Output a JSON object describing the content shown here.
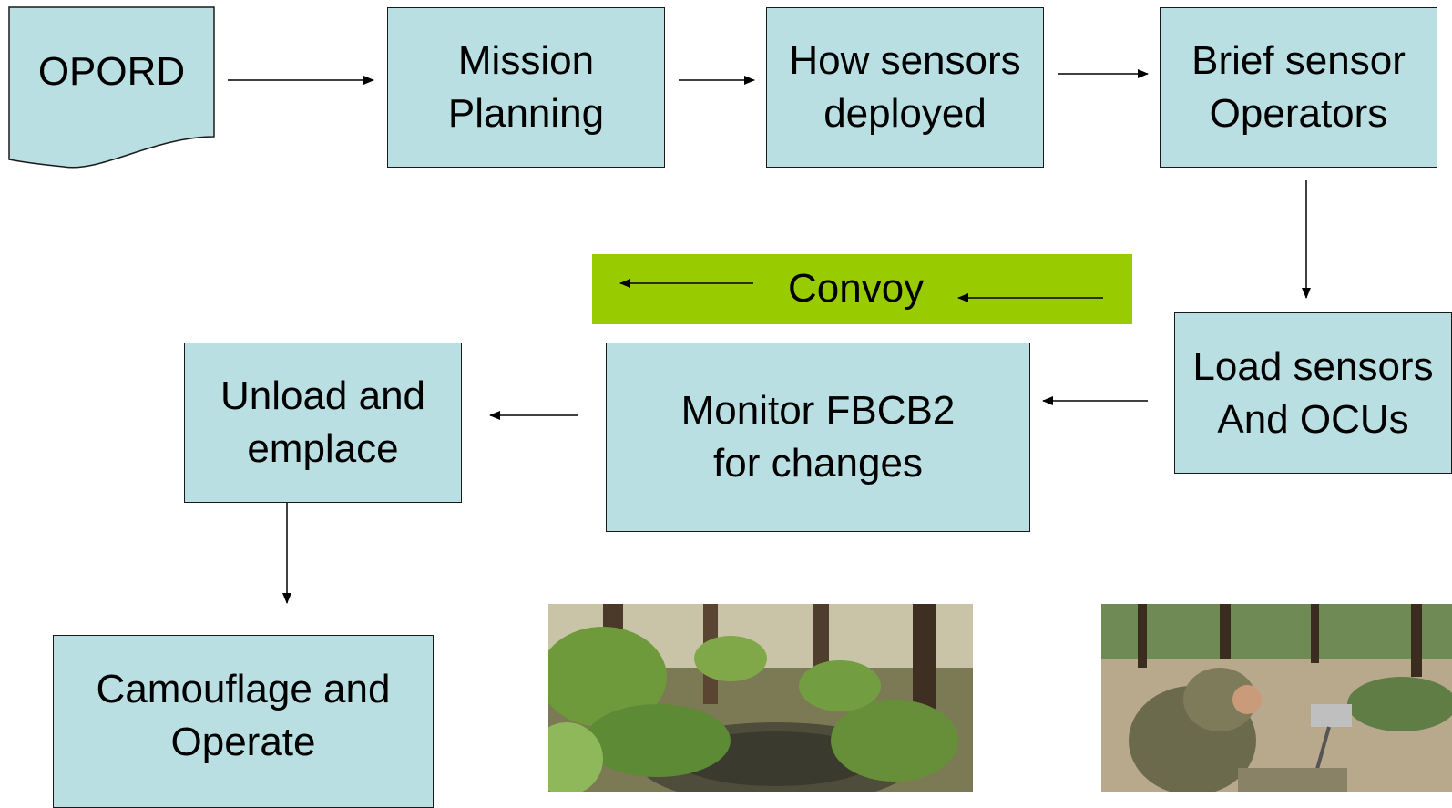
{
  "diagram": {
    "steps": [
      {
        "id": "opord",
        "label": "OPORD"
      },
      {
        "id": "mission-planning",
        "label": "Mission\nPlanning"
      },
      {
        "id": "how-sensors-deployed",
        "label": "How sensors\ndeployed"
      },
      {
        "id": "brief-sensor-operators",
        "label": "Brief sensor\nOperators"
      },
      {
        "id": "load-sensors",
        "label": "Load sensors\nAnd OCUs"
      },
      {
        "id": "monitor-fbcb2",
        "label": "Monitor FBCB2\nfor changes"
      },
      {
        "id": "unload-emplace",
        "label": "Unload and\nemplace"
      },
      {
        "id": "camouflage-operate",
        "label": "Camouflage and\nOperate"
      }
    ],
    "banner": {
      "label": "Convoy",
      "color": "#99cc00"
    },
    "box_color": "#b9dfe2"
  },
  "photos": [
    {
      "name": "camouflaged-sensor-photo"
    },
    {
      "name": "soldier-emplacing-sensor-photo"
    }
  ]
}
